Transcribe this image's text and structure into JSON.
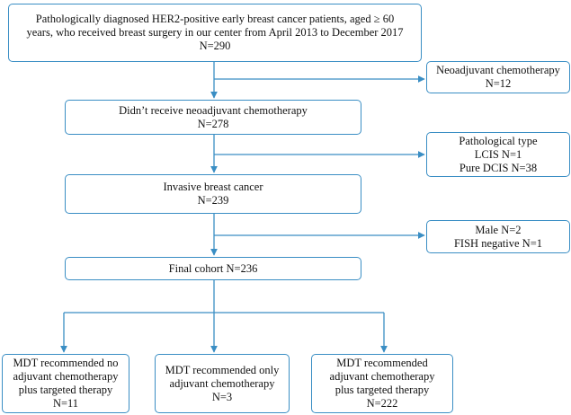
{
  "boxes": {
    "start": {
      "lines": [
        "Pathologically diagnosed HER2-positive early breast cancer patients, aged ≥ 60",
        "years, who received breast surgery in our center from April 2013 to December 2017",
        "N=290"
      ]
    },
    "excl_neoadjuvant": {
      "lines": [
        "Neoadjuvant chemotherapy",
        "N=12"
      ]
    },
    "no_neoadjuvant": {
      "lines": [
        "Didn’t receive neoadjuvant chemotherapy",
        "N=278"
      ]
    },
    "excl_pathology": {
      "lines": [
        "Pathological type",
        "LCIS N=1",
        "Pure DCIS N=38"
      ]
    },
    "invasive": {
      "lines": [
        "Invasive breast cancer",
        "N=239"
      ]
    },
    "excl_other": {
      "lines": [
        "Male N=2",
        "FISH negative N=1"
      ]
    },
    "final": {
      "lines": [
        "Final cohort N=236"
      ]
    },
    "group_a": {
      "lines": [
        "MDT recommended no",
        "adjuvant chemotherapy",
        "plus targeted therapy",
        "N=11"
      ]
    },
    "group_b": {
      "lines": [
        "MDT recommended only",
        "adjuvant chemotherapy",
        "N=3"
      ]
    },
    "group_c": {
      "lines": [
        "MDT recommended",
        "adjuvant chemotherapy",
        "plus targeted therapy",
        "N=222"
      ]
    }
  },
  "colors": {
    "border": "#3a8ec4",
    "arrow": "#3a8ec4",
    "text": "#111111"
  }
}
